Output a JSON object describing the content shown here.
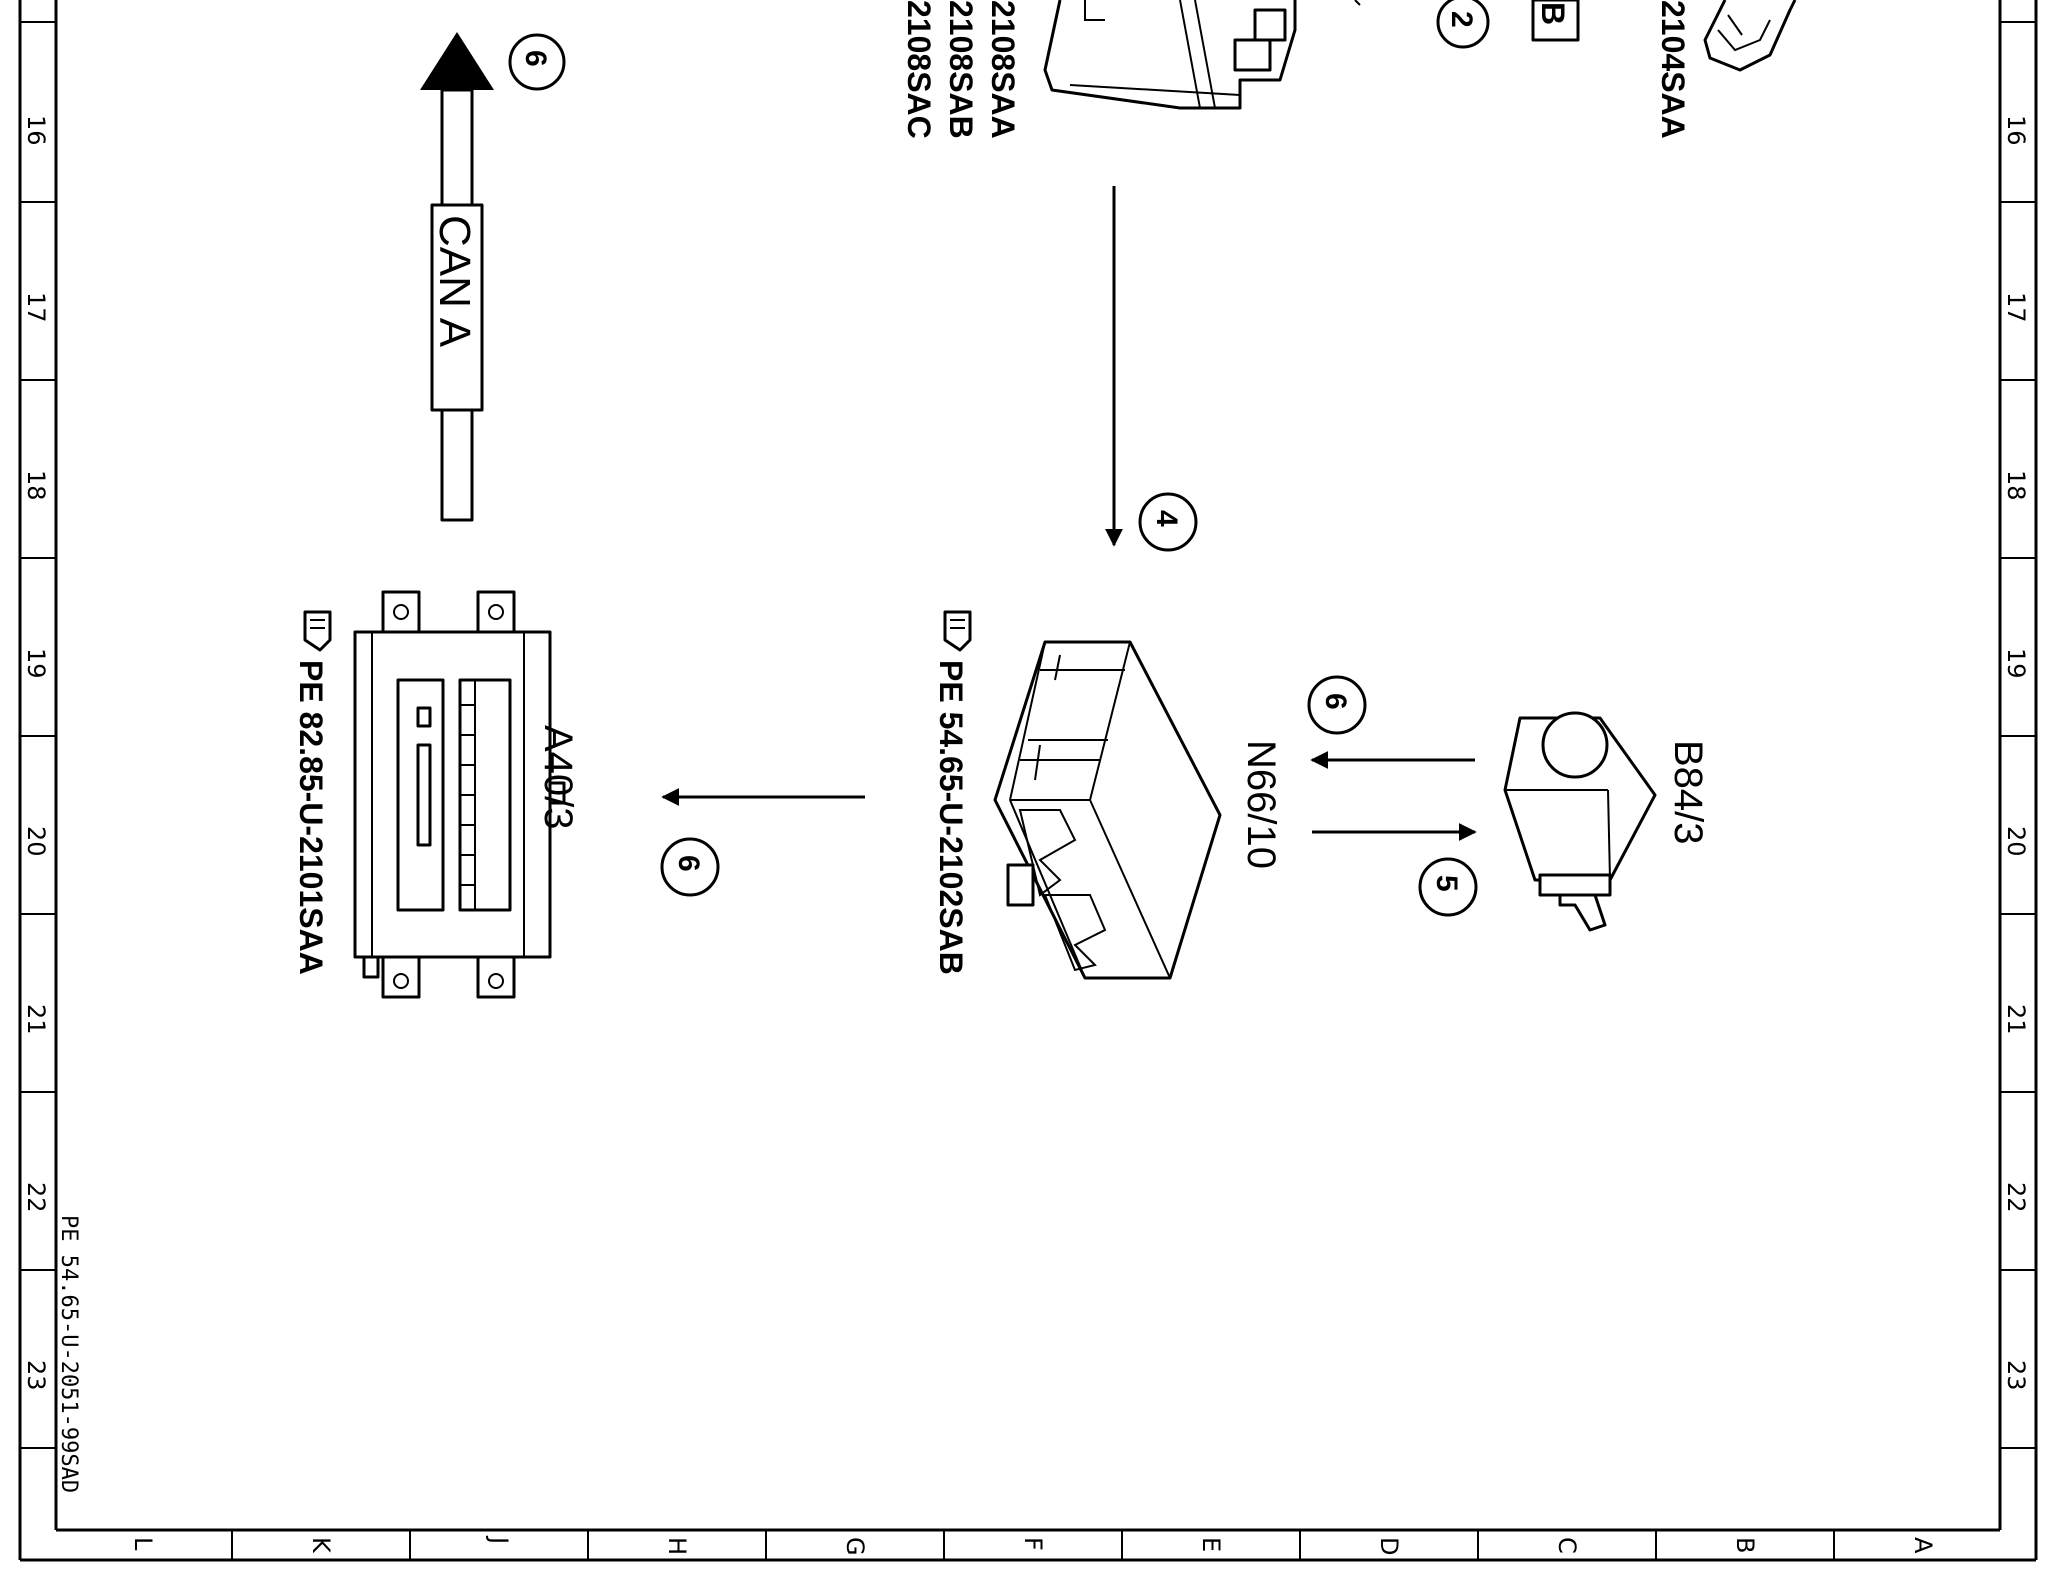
{
  "drawing_number": "PE 54.65-U-2051-99SAD",
  "grid_rows": [
    "16",
    "17",
    "18",
    "19",
    "20",
    "21",
    "22",
    "23"
  ],
  "grid_columns": [
    "L",
    "K",
    "J",
    "H",
    "G",
    "F",
    "E",
    "D",
    "C",
    "B",
    "A"
  ],
  "components": {
    "a40": {
      "name": "A40/3",
      "ref": "PE 82.85-U-2101SAA"
    },
    "n66": {
      "name": "N66/10",
      "ref": "PE 54.65-U-2102SAB"
    },
    "b84": {
      "name": "B84/3"
    }
  },
  "bus_label": "CAN A",
  "top_partial": {
    "ref_a": "2108SAA",
    "ref_b": "2108SAB",
    "ref_c": "2108SAC",
    "ref_d": "2104SAA",
    "box_letter": "B"
  },
  "markers": {
    "m2": "2",
    "m4": "4",
    "m5": "5",
    "m6_top": "6",
    "m6_left": "6",
    "m6_mid": "6"
  },
  "icons": [
    "hand-pointer-icon",
    "arrow-icon"
  ]
}
